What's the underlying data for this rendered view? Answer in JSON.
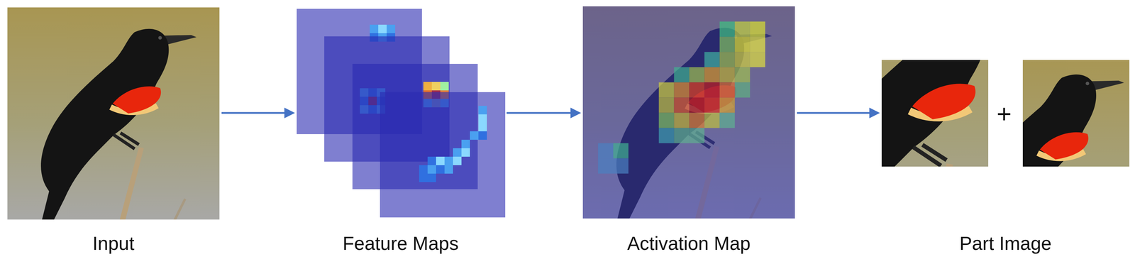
{
  "diagram": {
    "nodes": [
      {
        "text": [
          "Input"
        ]
      },
      {
        "text": [
          "Feature Maps"
        ]
      },
      {
        "text": [
          "Activation Map"
        ]
      },
      {
        "text": [
          "Part Image"
        ]
      }
    ],
    "edges": [
      {
        "from": 0,
        "to": 1,
        "arrow": "to"
      },
      {
        "from": 1,
        "to": 2,
        "arrow": "to"
      },
      {
        "from": 2,
        "to": 3,
        "arrow": "to"
      }
    ],
    "labels": [
      "+"
    ]
  }
}
